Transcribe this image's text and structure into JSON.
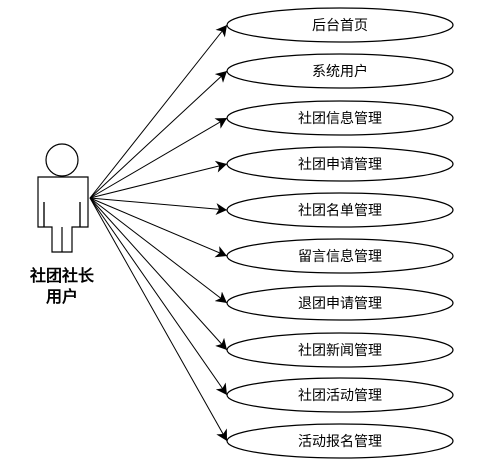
{
  "actor": {
    "label_line1": "社团社长",
    "label_line2": "用户"
  },
  "use_cases": [
    {
      "label": "后台首页"
    },
    {
      "label": "系统用户"
    },
    {
      "label": "社团信息管理"
    },
    {
      "label": "社团申请管理"
    },
    {
      "label": "社团名单管理"
    },
    {
      "label": "留言信息管理"
    },
    {
      "label": "退团申请管理"
    },
    {
      "label": "社团新闻管理"
    },
    {
      "label": "社团活动管理"
    },
    {
      "label": "活动报名管理"
    }
  ],
  "colors": {
    "stroke": "#000000",
    "fill": "#ffffff"
  }
}
